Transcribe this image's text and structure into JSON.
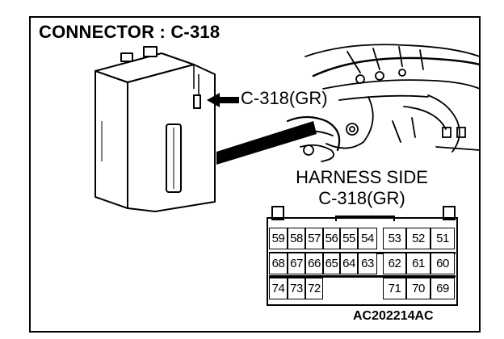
{
  "title": "CONNECTOR : C-318",
  "callout_label": "C-318(GR)",
  "harness": {
    "title": "HARNESS SIDE",
    "code": "C-318(GR)"
  },
  "pins": {
    "row1": [
      "59",
      "58",
      "57",
      "56",
      "55",
      "54",
      "53",
      "52",
      "51"
    ],
    "row2": [
      "68",
      "67",
      "66",
      "65",
      "64",
      "63",
      "62",
      "61",
      "60"
    ],
    "row3": [
      "74",
      "73",
      "72",
      "71",
      "70",
      "69"
    ]
  },
  "figure_id": "AC202214AC"
}
